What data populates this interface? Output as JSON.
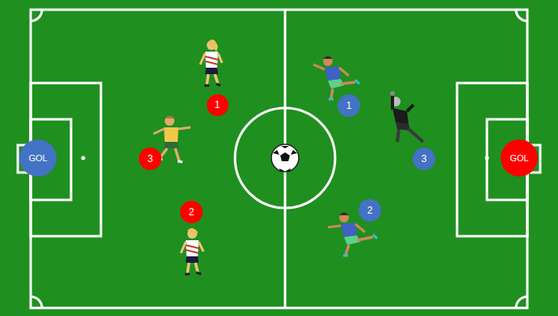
{
  "diagram": {
    "nodes": [
      {
        "text": [
          "GOL"
        ]
      },
      {
        "text": [
          "1"
        ]
      },
      {
        "text": [
          "3"
        ]
      },
      {
        "text": [
          "2"
        ]
      },
      {
        "text": [
          "1"
        ]
      },
      {
        "text": [
          "3"
        ]
      },
      {
        "text": [
          "2"
        ]
      },
      {
        "text": [
          "GOL"
        ]
      }
    ]
  }
}
